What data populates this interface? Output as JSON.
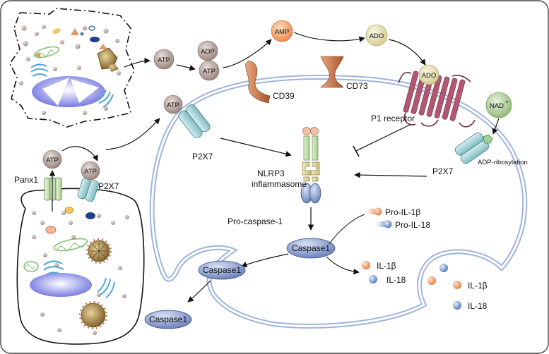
{
  "colors": {
    "frame": "#444444",
    "membrane_outer": "#9fb4da",
    "membrane_inner": "#c9d6ee",
    "atp_fill": "#b9a6a0",
    "amp_fill": "#f1a46f",
    "ado_fill": "#e7e1b5",
    "nad_fill": "#b7d3a5",
    "caspase_fill": "#8fa3d1",
    "channel_fill": "#a6d3d6",
    "panx_fill": "#cfe6b9",
    "p1_receptor": "#8b3a55",
    "cd_fill": "#b8643a",
    "il1b_color": "#f08a4b",
    "il18_color": "#5b86c6"
  },
  "labels": {
    "atp": "ATP",
    "adp": "ADP",
    "amp": "AMP",
    "ado": "ADO",
    "cd39": "CD39",
    "cd73": "CD73",
    "p1_receptor": "P1 receptor",
    "nad": "NAD",
    "nad_sup": "+",
    "p2x7": "P2X7",
    "panx1": "Panx1",
    "adp_ribosylation": "ADP-ribosylation",
    "nlrp3_line1": "NLRP3",
    "nlrp3_line2": "inflammasome",
    "pro_caspase1": "Pro-caspase-1",
    "caspase1": "Caspase1",
    "pro_il1b": "Pro-IL-1β",
    "pro_il18": "Pro-IL-18",
    "il1b": "IL-1β",
    "il18": "IL-18"
  },
  "icons": [
    "atp-molecule-icon",
    "p2x7-channel-icon",
    "panx1-channel-icon",
    "p1-receptor-icon",
    "cd39-enzyme-icon",
    "cd73-enzyme-icon",
    "nlrp3-inflammasome-icon",
    "mitochondrion-icon",
    "nucleus-icon",
    "golgi-icon",
    "lysosome-icon"
  ]
}
